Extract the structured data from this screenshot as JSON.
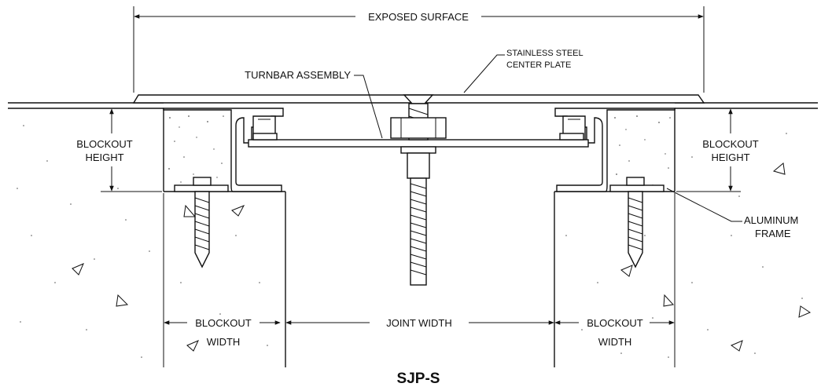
{
  "title": "SJP-S",
  "labels": {
    "exposed_surface": "EXPOSED SURFACE",
    "plate_line1": "STAINLESS STEEL",
    "plate_line2": "CENTER PLATE",
    "turnbar": "TURNBAR ASSEMBLY",
    "blockout_height_l1": "BLOCKOUT",
    "blockout_height_l2": "HEIGHT",
    "frame_line1": "ALUMINUM",
    "frame_line2": "FRAME",
    "blockout_width_l1": "BLOCKOUT",
    "blockout_width_l2": "WIDTH",
    "joint_width": "JOINT WIDTH"
  }
}
